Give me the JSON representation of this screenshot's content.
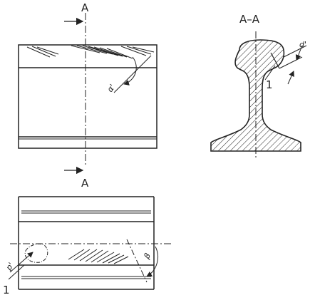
{
  "drawing": {
    "section_marker_top": "A",
    "section_marker_bottom": "A",
    "section_view_title": "A–A",
    "section_callout_number": "1",
    "bottom_view_callout_number": "1",
    "angle_alpha_label": "α'",
    "angle_beta_label": "β",
    "dimension_d_label": "d'",
    "dimension_p_label": "p'",
    "line_color": "#222222",
    "background_color": "#ffffff"
  }
}
